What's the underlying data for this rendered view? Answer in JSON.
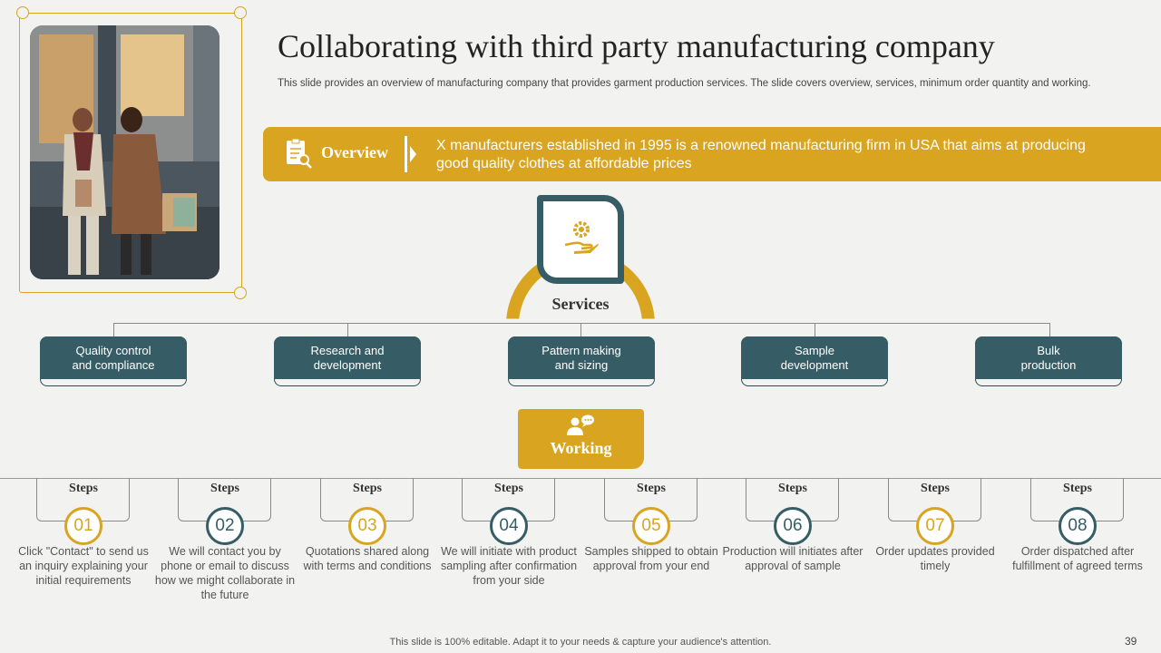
{
  "title": "Collaborating with third party manufacturing company",
  "subtitle": "This slide provides an overview of manufacturing company that provides garment production services. The slide covers overview,  services, minimum order quantity and working.",
  "overview": {
    "label": "Overview",
    "text": "X manufacturers  established in 1995 is a renowned manufacturing firm in USA that aims at producing good quality clothes at affordable prices"
  },
  "services": {
    "label": "Services",
    "items": [
      "Quality control\nand compliance",
      "Research and\ndevelopment",
      "Pattern making\nand sizing",
      "Sample\ndevelopment",
      "Bulk\nproduction"
    ]
  },
  "working": {
    "label": "Working"
  },
  "steps": [
    {
      "tab": "Steps",
      "num": "01",
      "desc": "Click \"Contact\" to send us an inquiry explaining your initial requirements"
    },
    {
      "tab": "Steps",
      "num": "02",
      "desc": "We will contact you by phone or email to discuss how we might collaborate in the future"
    },
    {
      "tab": "Steps",
      "num": "03",
      "desc": "Quotations shared along with terms and conditions"
    },
    {
      "tab": "Steps",
      "num": "04",
      "desc": "We will initiate with product sampling after confirmation from your side"
    },
    {
      "tab": "Steps",
      "num": "05",
      "desc": "Samples shipped to obtain approval from your end"
    },
    {
      "tab": "Steps",
      "num": "06",
      "desc": "Production will initiates after approval of sample"
    },
    {
      "tab": "Steps",
      "num": "07",
      "desc": "Order updates provided timely"
    },
    {
      "tab": "Steps",
      "num": "08",
      "desc": "Order dispatched after fulfillment of agreed terms"
    }
  ],
  "footer_note": "This slide is 100% editable. Adapt it to your needs & capture your audience's attention.",
  "page_number": "39",
  "colors": {
    "gold": "#d9a520",
    "teal": "#365d66",
    "background": "#f2f2f0"
  },
  "icons": [
    "checklist-search-icon",
    "gear-hand-icon",
    "user-chat-icon"
  ]
}
